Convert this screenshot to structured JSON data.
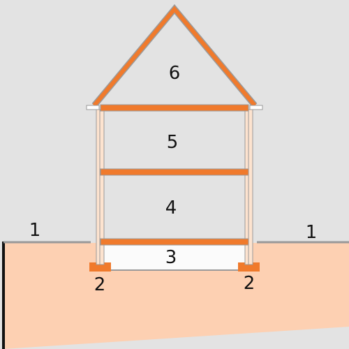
{
  "labels": {
    "ground_left": "1",
    "ground_right": "1",
    "foundation_left": "2",
    "foundation_right": "2",
    "basement": "3",
    "ground_floor": "4",
    "upper_floor": "5",
    "attic": "6"
  },
  "colors": {
    "background": "#e3e3e3",
    "soil": "#fdd0b2",
    "orange": "#f07a2c",
    "structure_outline": "#9a9a9a",
    "basement_fill": "#fbfbfb",
    "ground_line": "#999999",
    "wall_fill": "#fde3cf",
    "text": "#111111"
  }
}
